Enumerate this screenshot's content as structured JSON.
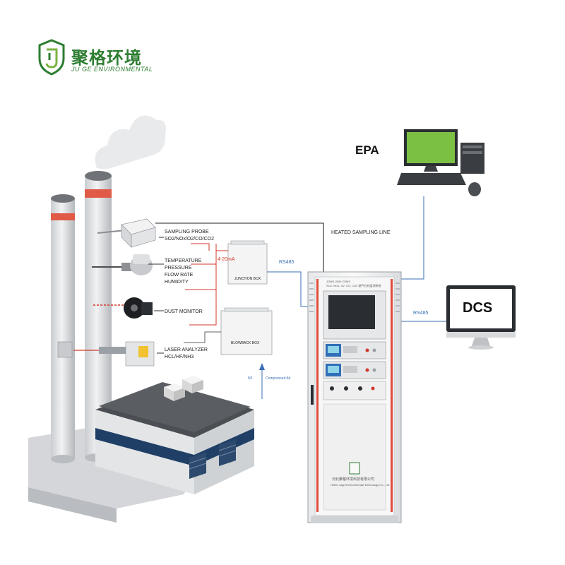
{
  "brand": {
    "name_cn": "聚格环境",
    "name_en": "JU GE ENVIRONMENTAL"
  },
  "endpoints": {
    "epa": "EPA",
    "dcs": "DCS"
  },
  "instruments": {
    "sampling_probe": [
      "SAMPLING PROBE",
      "SO2/NOx/O2/CO/CO2"
    ],
    "temp_group": [
      "TEMPERATURE",
      "PRESSURE",
      "FLOW RATE",
      "HUMIDITY"
    ],
    "dust_monitor": "DUST  MONITOR",
    "laser_analyzer": [
      "LASER ANALYZER",
      "HCL/HF/NH3"
    ]
  },
  "boxes": {
    "junction": "JUNCTION BOX",
    "blowback": "BLOWBACK BOX"
  },
  "links": {
    "heated_line": "HEATED SAMPLING LINE",
    "signal": "4-20mA",
    "rs485_left": "RS485",
    "rs485_right": "RS485",
    "n2": "N2",
    "compressed_air": "Compressed Air"
  },
  "cabinet": {
    "header_1": "JGMS-2000 CEMS",
    "header_2": "SO2, NOx, O2, CO, CO2 烟气在线监测系统",
    "footer_cn": "河北聚格环境科技有限公司",
    "footer_en": "Hebei Juge Environmental Technology Co., Ltd"
  },
  "colors": {
    "brand_green": "#2e7d32",
    "stack_red": "#e05a47",
    "signal_red": "#d2392b",
    "rs485_blue": "#3a6fb5",
    "cabinet_red": "#e24b3b",
    "panel_blue": "#2f6fb8"
  }
}
